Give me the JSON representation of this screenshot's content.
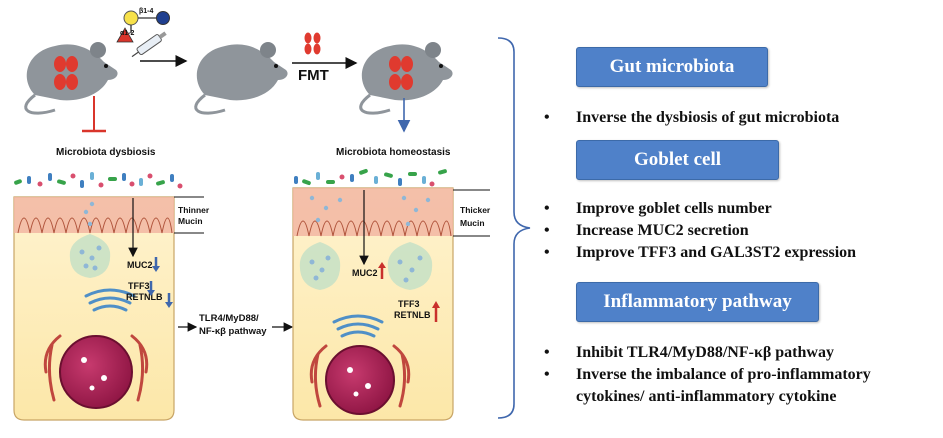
{
  "colors": {
    "accent_box": "#4f81c9",
    "arrow_blue": "#3f67ad",
    "arrow_red": "#c9302c",
    "inhibit_red": "#d9352b"
  },
  "left_panel": {
    "glycan_labels": [
      "β1-4",
      "α1-2"
    ],
    "state_label": "Microbiota dysbiosis",
    "mucin_label_1": "Thinner",
    "mucin_label_2": "Mucin",
    "muc2": "MUC2",
    "tff3": "TFF3",
    "retnlb": "RETNLB",
    "muc2_direction": "down",
    "tff3_retnlb_direction": "down"
  },
  "center": {
    "fmt_label": "FMT",
    "pathway_line1": "TLR4/MyD88/",
    "pathway_line2": "NF-κβ pathway"
  },
  "right_panel": {
    "state_label": "Microbiota homeostasis",
    "mucin_label_1": "Thicker",
    "mucin_label_2": "Mucin",
    "muc2": "MUC2",
    "tff3": "TFF3",
    "retnlb": "RETNLB",
    "muc2_direction": "up",
    "tff3_retnlb_direction": "up"
  },
  "sections": [
    {
      "title": "Gut  microbiota",
      "items": [
        "Inverse the dysbiosis of gut microbiota"
      ]
    },
    {
      "title": "Goblet cell",
      "items": [
        "Improve goblet cells number",
        "Increase MUC2 secretion",
        "Improve TFF3 and GAL3ST2 expression"
      ]
    },
    {
      "title": "Inflammatory pathway",
      "items": [
        "Inhibit TLR4/MyD88/NF-κβ pathway",
        "Inverse the imbalance of pro-inflammatory",
        "cytokines/ anti-inflammatory cytokine"
      ]
    }
  ],
  "bullet": "•"
}
